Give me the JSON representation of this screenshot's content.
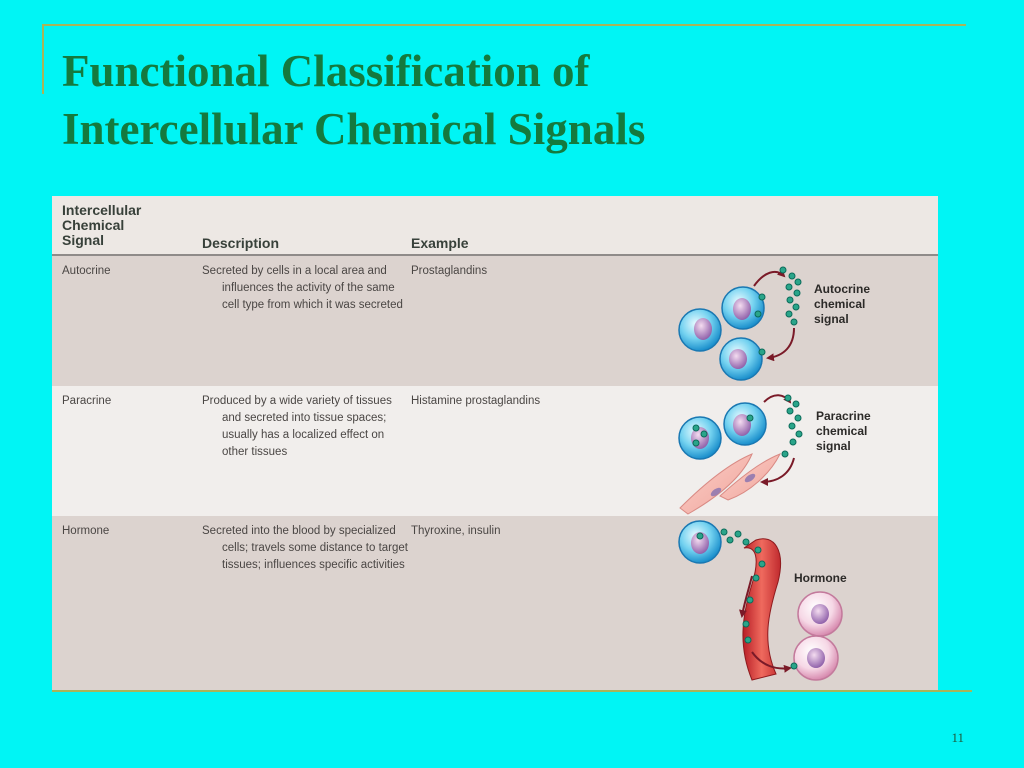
{
  "slide": {
    "title_line1": "Functional Classification of",
    "title_line2": "Intercellular Chemical Signals",
    "page_number": "11"
  },
  "table": {
    "headers": {
      "signal_line1": "Intercellular",
      "signal_line2": "Chemical",
      "signal_line3": "Signal",
      "description": "Description",
      "example": "Example"
    },
    "rows": [
      {
        "signal": "Autocrine",
        "description": "Secreted by cells in a local area and influences the activity of the same cell type from which it was secreted",
        "example": "Prostaglandins",
        "illustration_label_1": "Autocrine",
        "illustration_label_2": "chemical",
        "illustration_label_3": "signal"
      },
      {
        "signal": "Paracrine",
        "description": "Produced by a wide variety of tissues and secreted into tissue spaces; usually has a localized effect on other tissues",
        "example": "Histamine prostaglandins",
        "illustration_label_1": "Paracrine",
        "illustration_label_2": "chemical",
        "illustration_label_3": "signal"
      },
      {
        "signal": "Hormone",
        "description": "Secreted into the blood by specialized cells; travels some distance to target tissues; influences specific activities",
        "example": "Thyroxine, insulin",
        "illustration_label_1": "Hormone"
      }
    ]
  }
}
